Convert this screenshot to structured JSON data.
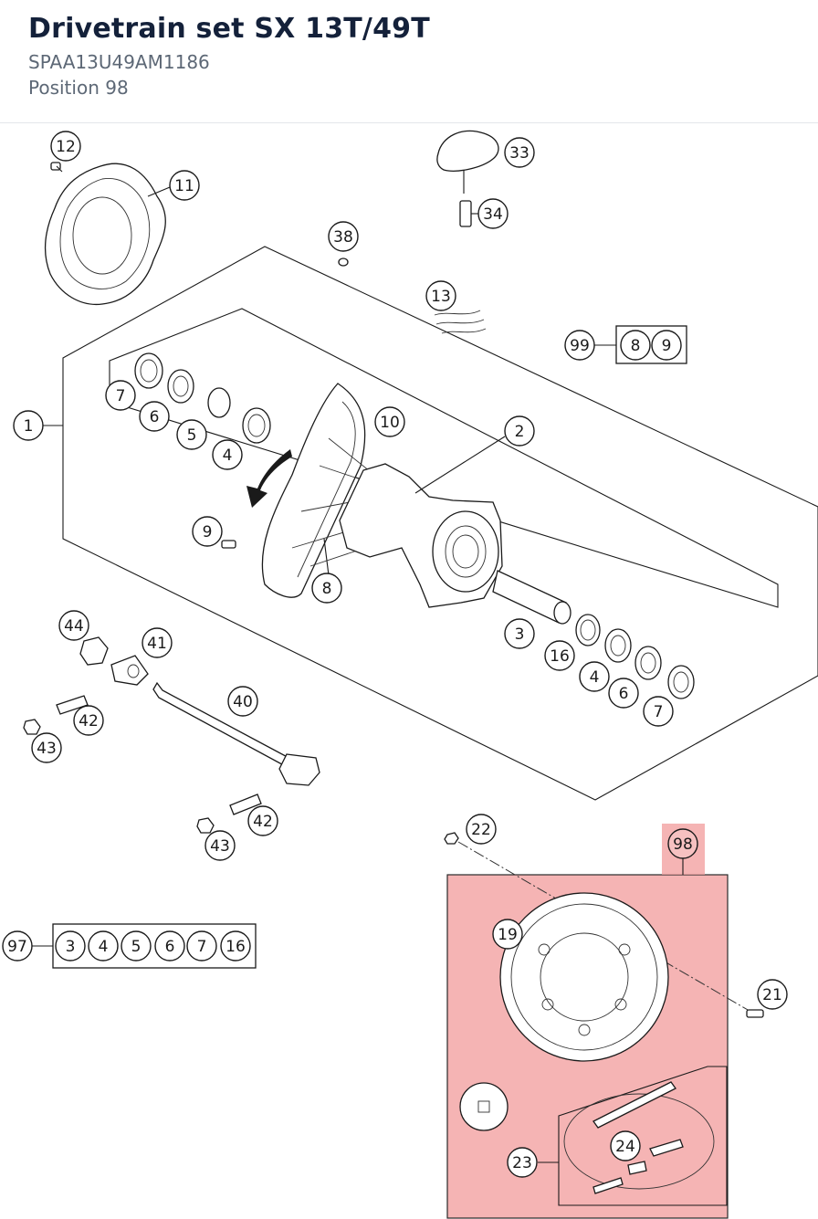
{
  "header": {
    "title": "Drivetrain set SX 13T/49T",
    "article_number": "SPAA13U49AM1186",
    "position": "Position 98"
  },
  "diagram": {
    "highlight_color": "#f29b9b",
    "highlighted_position": "98",
    "callouts": {
      "c1": "1",
      "c2": "2",
      "c3": "3",
      "c4a": "4",
      "c4b": "4",
      "c5": "5",
      "c6a": "6",
      "c6b": "6",
      "c7a": "7",
      "c7b": "7",
      "c8": "8",
      "c9": "9",
      "c10": "10",
      "c11": "11",
      "c12": "12",
      "c13": "13",
      "c16": "16",
      "c19": "19",
      "c21": "21",
      "c22": "22",
      "c23": "23",
      "c24": "24",
      "c33": "33",
      "c34": "34",
      "c38": "38",
      "c40": "40",
      "c41": "41",
      "c42a": "42",
      "c42b": "42",
      "c43a": "43",
      "c43b": "43",
      "c44": "44",
      "c98": "98"
    },
    "kit_99": {
      "label": "99",
      "items": [
        "8",
        "9"
      ]
    },
    "kit_97": {
      "label": "97",
      "items": [
        "3",
        "4",
        "5",
        "6",
        "7",
        "16"
      ]
    }
  }
}
